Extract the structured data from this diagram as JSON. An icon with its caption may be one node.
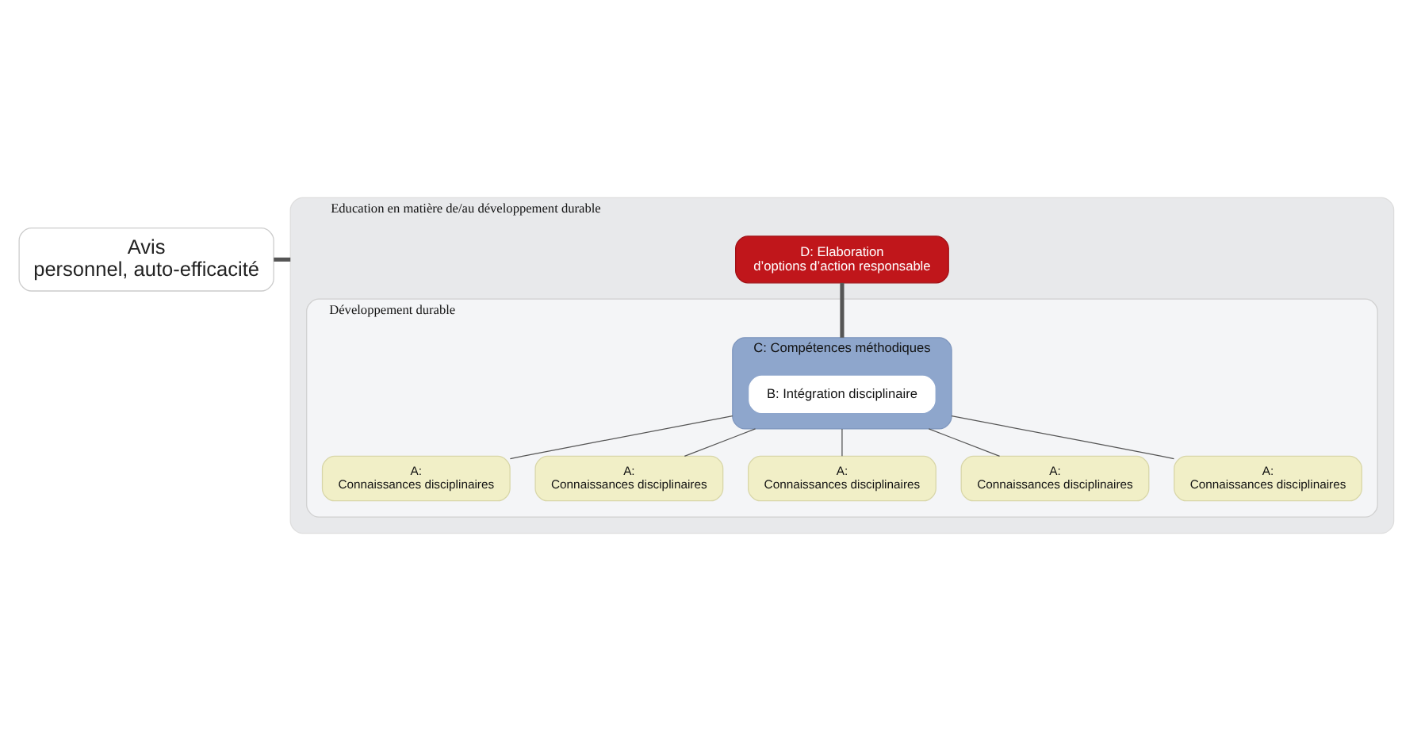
{
  "diagram": {
    "nodes": [
      {
        "text": [
          "Avis personnel, auto-efficacité"
        ]
      },
      {
        "text": [
          "Education en matière de/au développement durable"
        ]
      },
      {
        "text": [
          "D: Elaboration d’options d’action responsable"
        ],
        "in": 1
      },
      {
        "text": [
          "Développement durable"
        ],
        "in": 1
      },
      {
        "text": [
          "C: Compétences méthodiques"
        ],
        "in": 3
      },
      {
        "text": [
          "B: Intégration disciplinaire"
        ],
        "in": 4
      },
      {
        "text": [
          "A: Connaissances disciplinaires"
        ],
        "in": 3
      },
      {
        "text": [
          "A: Connaissances disciplinaires"
        ],
        "in": 3
      },
      {
        "text": [
          "A: Connaissances disciplinaires"
        ],
        "in": 3
      },
      {
        "text": [
          "A: Connaissances disciplinaires"
        ],
        "in": 3
      },
      {
        "text": [
          "A: Connaissances disciplinaires"
        ],
        "in": 3
      }
    ],
    "edges": [
      {
        "from": 0,
        "to": 1,
        "arrow": "none",
        "style": "thick"
      },
      {
        "from": 2,
        "to": 4,
        "arrow": "none",
        "style": "thick"
      },
      {
        "from": 4,
        "to": 6,
        "arrow": "none"
      },
      {
        "from": 4,
        "to": 7,
        "arrow": "none"
      },
      {
        "from": 4,
        "to": 8,
        "arrow": "none"
      },
      {
        "from": 4,
        "to": 9,
        "arrow": "none"
      },
      {
        "from": 4,
        "to": 10,
        "arrow": "none"
      }
    ]
  }
}
